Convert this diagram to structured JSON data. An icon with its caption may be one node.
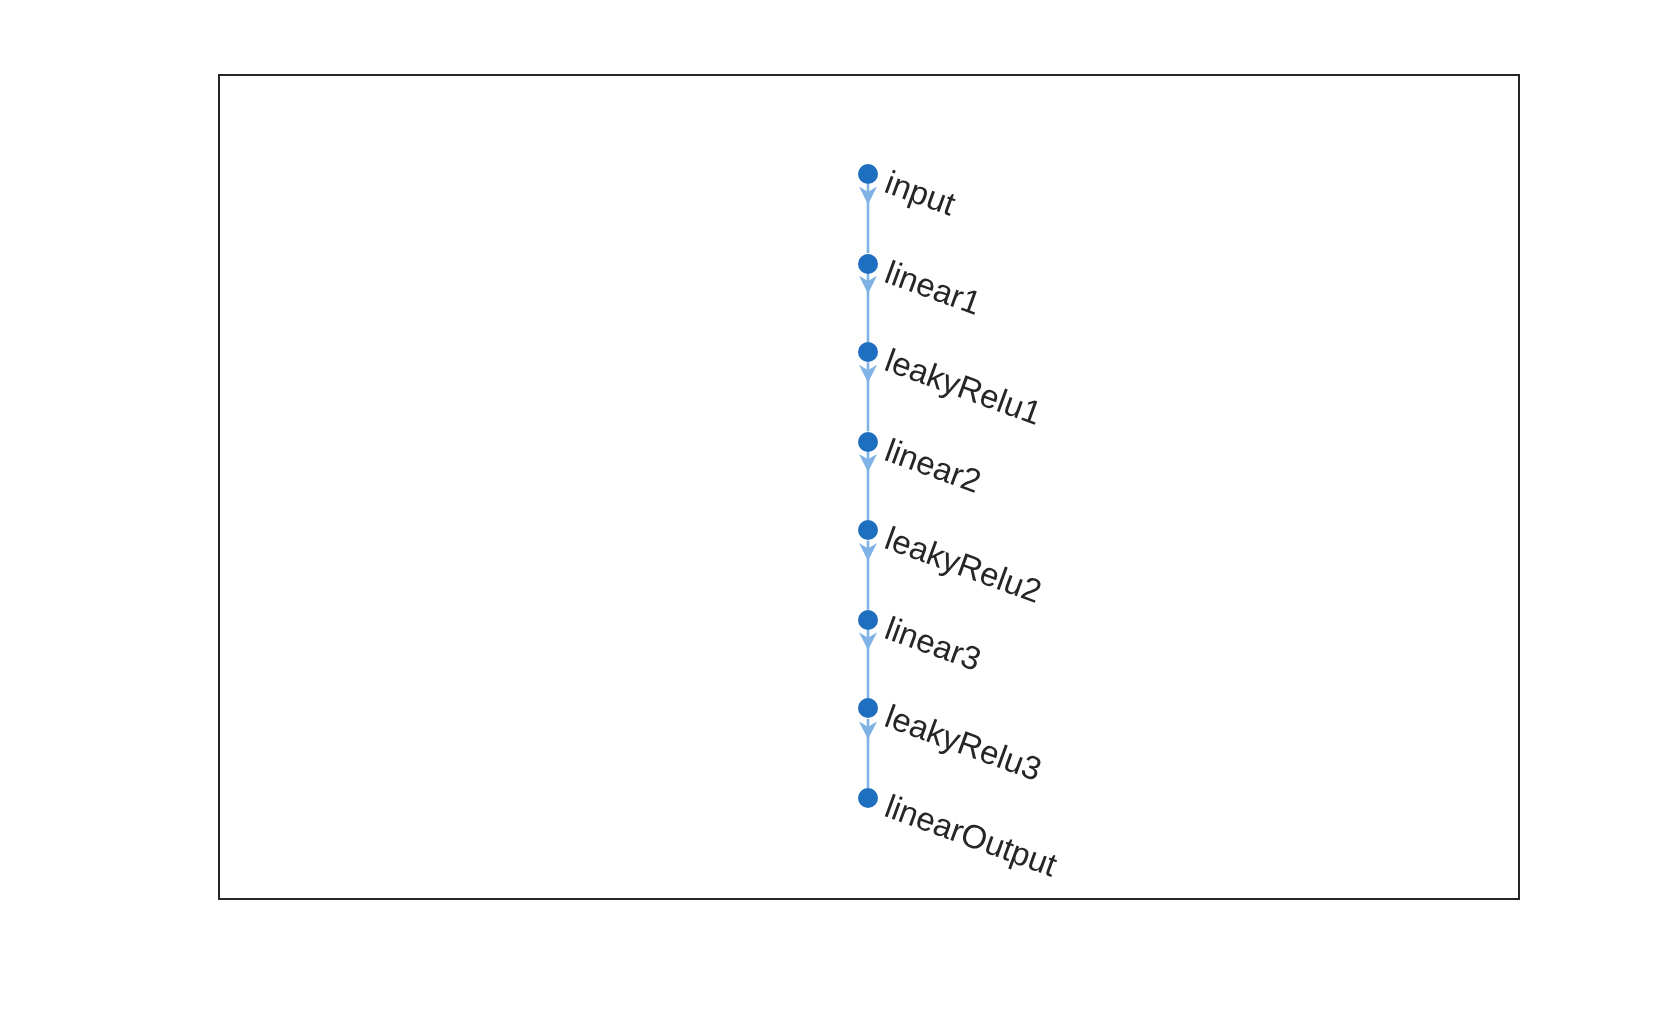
{
  "diagram": {
    "nodes": [
      {
        "text": [],
        "shape": "circle",
        "beside": [
          "input"
        ]
      },
      {
        "text": [],
        "shape": "circle",
        "beside": [
          "linear1"
        ]
      },
      {
        "text": [],
        "shape": "circle",
        "beside": [
          "leakyRelu1"
        ]
      },
      {
        "text": [],
        "shape": "circle",
        "beside": [
          "linear2"
        ]
      },
      {
        "text": [],
        "shape": "circle",
        "beside": [
          "leakyRelu2"
        ]
      },
      {
        "text": [],
        "shape": "circle",
        "beside": [
          "linear3"
        ]
      },
      {
        "text": [],
        "shape": "circle",
        "beside": [
          "leakyRelu3"
        ]
      },
      {
        "text": [],
        "shape": "circle",
        "beside": [
          "linearOutput"
        ]
      }
    ],
    "edges": [
      {
        "from": 0,
        "to": 1,
        "arrow": "to"
      },
      {
        "from": 1,
        "to": 2,
        "arrow": "to"
      },
      {
        "from": 2,
        "to": 3,
        "arrow": "to"
      },
      {
        "from": 3,
        "to": 4,
        "arrow": "to"
      },
      {
        "from": 4,
        "to": 5,
        "arrow": "to"
      },
      {
        "from": 5,
        "to": 6,
        "arrow": "to"
      },
      {
        "from": 6,
        "to": 7,
        "arrow": "to"
      }
    ]
  }
}
